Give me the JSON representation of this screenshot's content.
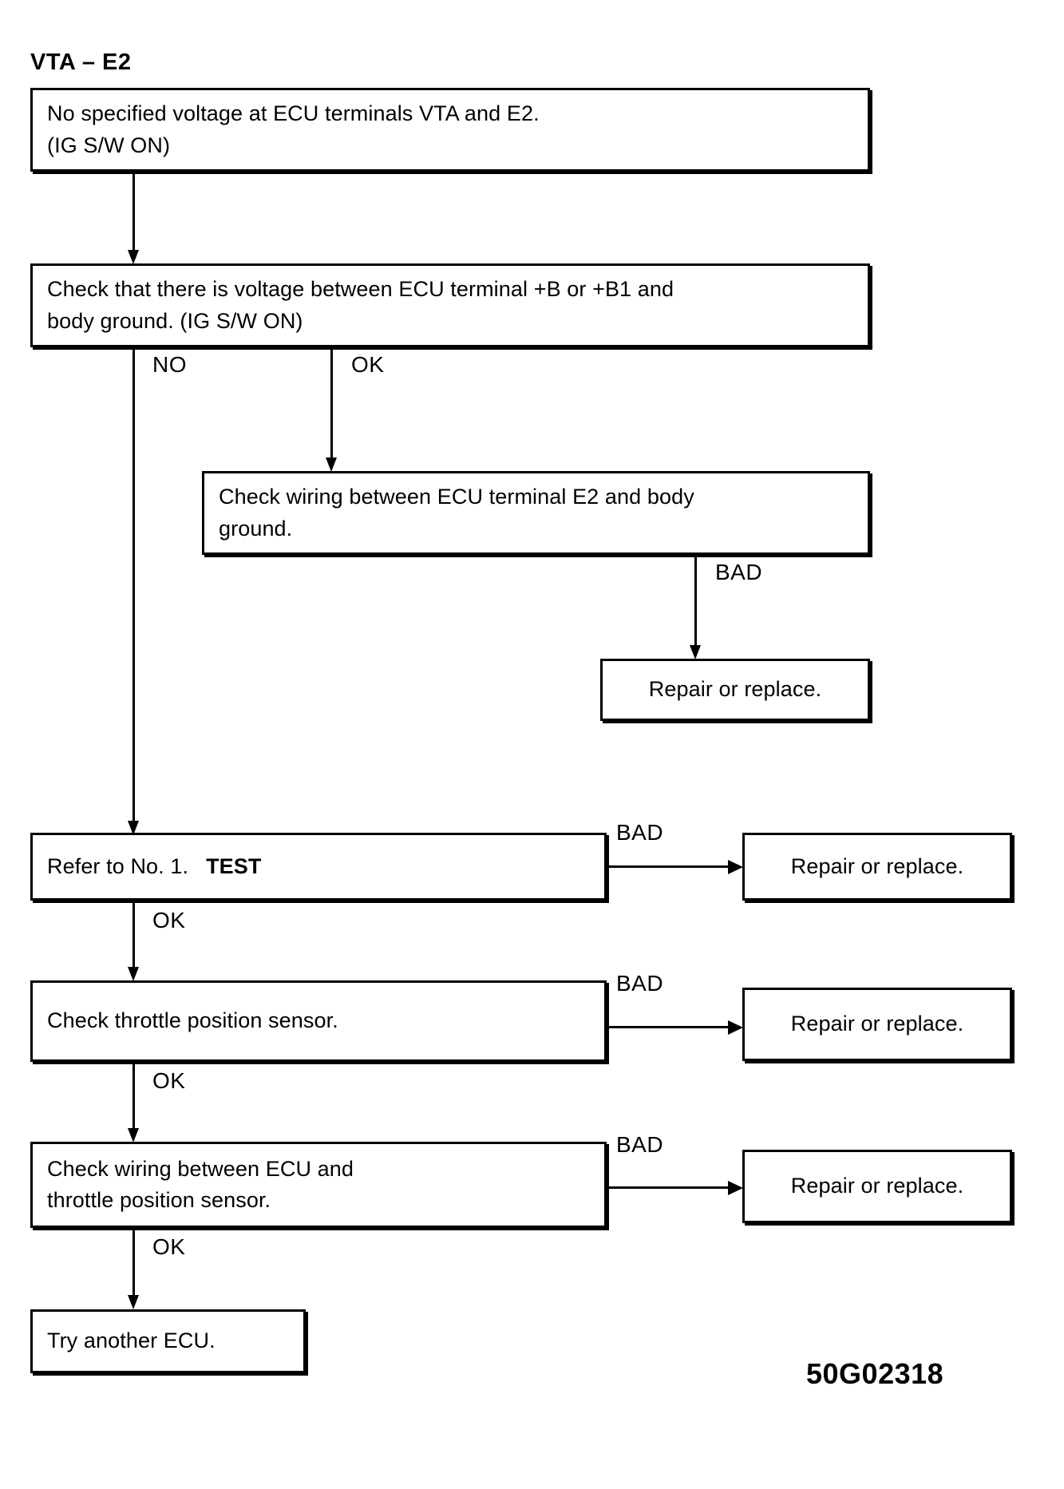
{
  "diagram": {
    "title": "VTA – E2",
    "reference_code": "50G02318",
    "nodes": [
      {
        "id": "symptom",
        "text": "No specified voltage at ECU terminals VTA and E2.\n(IG S/W ON)"
      },
      {
        "id": "check-b-voltage",
        "text": "Check that there is voltage between ECU terminal +B or +B1 and\nbody ground.  (IG S/W ON)"
      },
      {
        "id": "check-e2-wiring",
        "text": "Check wiring between ECU terminal E2 and body\nground."
      },
      {
        "id": "repair-1",
        "text": "Repair or replace."
      },
      {
        "id": "refer-no-1",
        "text_prefix": "Refer to No. 1.",
        "text_bold": "TEST"
      },
      {
        "id": "repair-2",
        "text": "Repair or replace."
      },
      {
        "id": "check-tps",
        "text": "Check throttle position sensor."
      },
      {
        "id": "repair-3",
        "text": "Repair or replace."
      },
      {
        "id": "check-ecu-tps-wiring",
        "text": "Check wiring between ECU and\nthrottle position sensor."
      },
      {
        "id": "repair-4",
        "text": "Repair or replace."
      },
      {
        "id": "try-another-ecu",
        "text": "Try another ECU."
      }
    ],
    "branch_labels": {
      "no": "NO",
      "ok_1": "OK",
      "bad_1": "BAD",
      "ok_2": "OK",
      "bad_2": "BAD",
      "ok_3": "OK",
      "bad_3": "BAD",
      "ok_4": "OK",
      "bad_4": "BAD"
    },
    "colors": {
      "ink": "#000000",
      "paper": "#ffffff"
    }
  }
}
